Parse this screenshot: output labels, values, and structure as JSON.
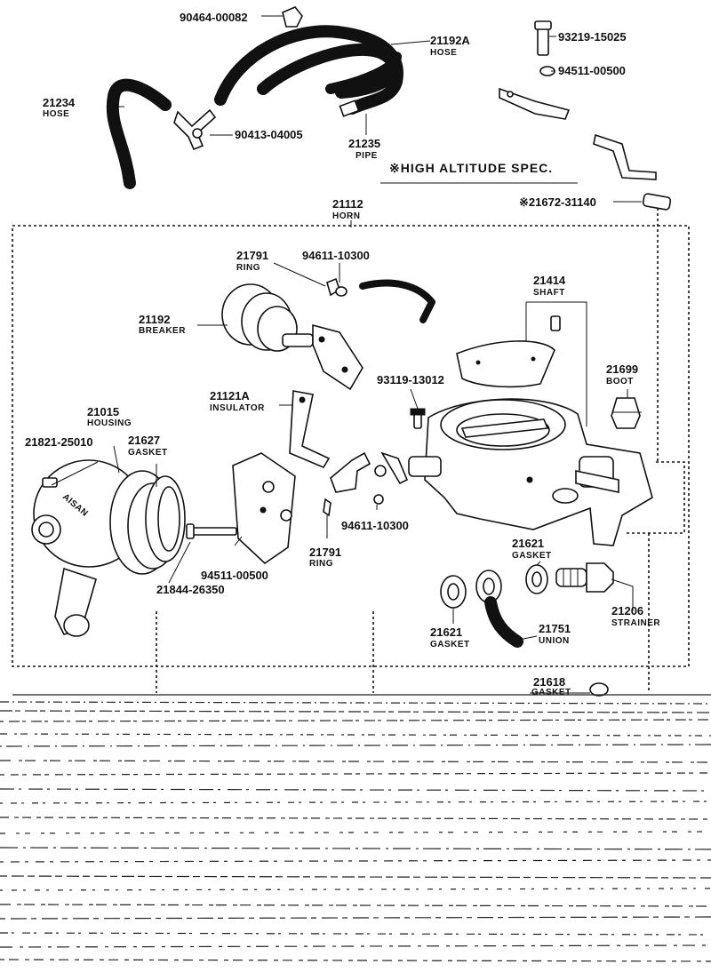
{
  "labels": {
    "p90464": {
      "pn": "90464-00082"
    },
    "p21192A": {
      "pn": "21192A",
      "name": "HOSE"
    },
    "p93219": {
      "pn": "93219-15025"
    },
    "p94511_top": {
      "pn": "94511-00500"
    },
    "p21234": {
      "pn": "21234",
      "name": "HOSE"
    },
    "p90413": {
      "pn": "90413-04005"
    },
    "p21235": {
      "pn": "21235",
      "name": "PIPE"
    },
    "high_alt": {
      "text": "※HIGH ALTITUDE SPEC."
    },
    "p21112": {
      "pn": "21112",
      "name": "HORN"
    },
    "p21672": {
      "pn": "※21672-31140"
    },
    "p21791_top": {
      "pn": "21791",
      "name": "RING"
    },
    "p94611_top": {
      "pn": "94611-10300"
    },
    "p21414": {
      "pn": "21414",
      "name": "SHAFT"
    },
    "p21192": {
      "pn": "21192",
      "name": "BREAKER"
    },
    "p93119": {
      "pn": "93119-13012"
    },
    "p21699": {
      "pn": "21699",
      "name": "BOOT"
    },
    "p21121A": {
      "pn": "21121A",
      "name": "INSULATOR"
    },
    "p21015": {
      "pn": "21015",
      "name": "HOUSING"
    },
    "p21821": {
      "pn": "21821-25010"
    },
    "p21627": {
      "pn": "21627",
      "name": "GASKET"
    },
    "p94611_bot": {
      "pn": "94611-10300"
    },
    "p21791_bot": {
      "pn": "21791",
      "name": "RING"
    },
    "p94511_bot": {
      "pn": "94511-00500"
    },
    "p21844": {
      "pn": "21844-26350"
    },
    "p21621_top": {
      "pn": "21621",
      "name": "GASKET"
    },
    "p21206": {
      "pn": "21206",
      "name": "STRAINER"
    },
    "p21621_bot": {
      "pn": "21621",
      "name": "GASKET"
    },
    "p21751": {
      "pn": "21751",
      "name": "UNION"
    },
    "p21618": {
      "pn": "21618",
      "name": "GASKET"
    },
    "housing_emblem": "AISAN"
  }
}
